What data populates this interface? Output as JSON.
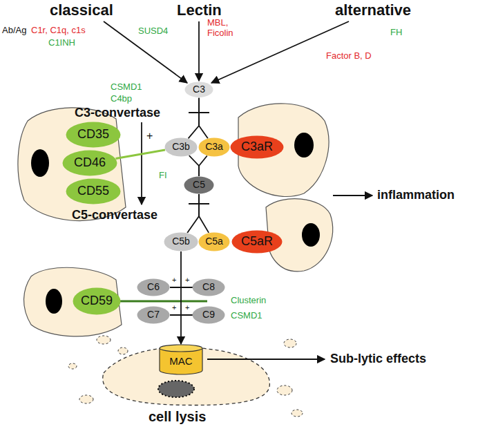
{
  "diagram": {
    "nodes": [
      {
        "text": [
          "C3"
        ]
      },
      {
        "text": [
          "CD35"
        ]
      },
      {
        "text": [
          "CD46"
        ]
      },
      {
        "text": [
          "CD55"
        ]
      },
      {
        "text": [
          "C3b"
        ]
      },
      {
        "text": [
          "C3a"
        ]
      },
      {
        "text": [
          "C3aR"
        ]
      },
      {
        "text": [
          "C5"
        ]
      },
      {
        "text": [
          "C5b"
        ]
      },
      {
        "text": [
          "C5a"
        ]
      },
      {
        "text": [
          "C5aR"
        ]
      },
      {
        "text": [
          "CD59"
        ]
      },
      {
        "text": [
          "C6"
        ]
      },
      {
        "text": [
          "C8"
        ]
      },
      {
        "text": [
          "C7"
        ]
      },
      {
        "text": [
          "C9"
        ]
      },
      {
        "text": [
          "MAC"
        ]
      }
    ],
    "edges": [
      {
        "from": 0,
        "to": 4,
        "arrow": "none"
      },
      {
        "from": 0,
        "to": 5,
        "arrow": "none"
      },
      {
        "from": 2,
        "to": 4,
        "arrow": "none"
      },
      {
        "from": 4,
        "to": 7,
        "arrow": "none"
      },
      {
        "from": 5,
        "to": 7,
        "arrow": "none"
      },
      {
        "from": 7,
        "to": 8,
        "arrow": "none"
      },
      {
        "from": 7,
        "to": 9,
        "arrow": "none"
      },
      {
        "from": 8,
        "to": 16,
        "arrow": "to"
      }
    ],
    "labels": [
      "classical",
      "Lectin",
      "alternative",
      "Ab/Ag",
      "C1r, C1q, c1s",
      "C1INH",
      "SUSD4",
      "MBL, Ficolin",
      "FH",
      "Factor B, D",
      "CSMD1",
      "C4bp",
      "C3-convertase",
      "+",
      "FI",
      "C5-convertase",
      "inflammation",
      "+",
      "+",
      "+",
      "+",
      "Clusterin",
      "CSMD1",
      "Sub-lytic effects",
      "cell lysis"
    ]
  }
}
